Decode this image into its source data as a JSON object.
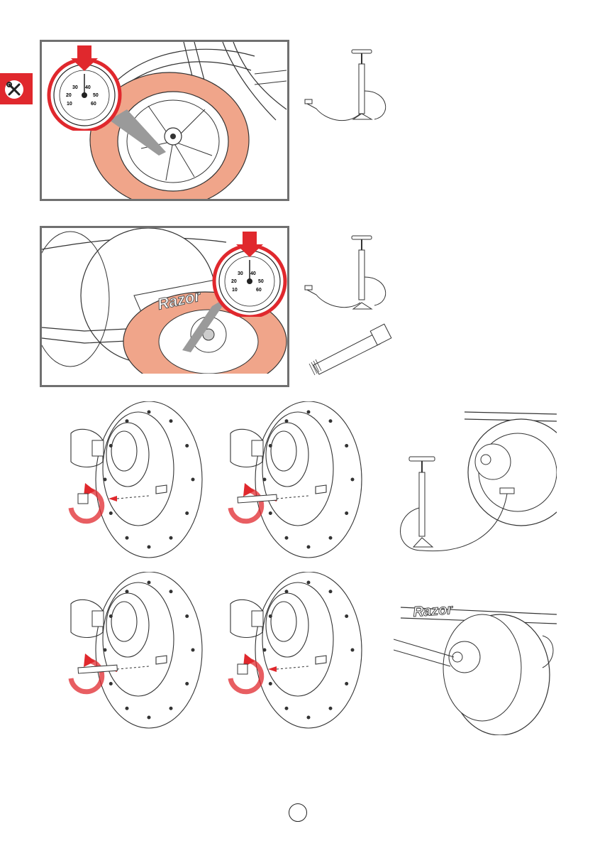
{
  "section_tab": {
    "icon": "tools-icon"
  },
  "gauge": {
    "marks": [
      "10",
      "20",
      "30",
      "40",
      "50",
      "60"
    ]
  },
  "brand": {
    "logo_text": "Razor"
  },
  "footer": {
    "page_number": ""
  },
  "colors": {
    "accent_red": "#e0282d",
    "tire_fill": "#f0a58a",
    "frame_gray": "#707070"
  }
}
